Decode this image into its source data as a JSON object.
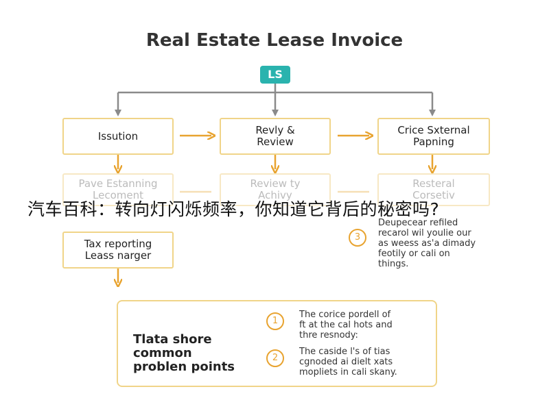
{
  "title": "Real Estate Lease Invoice",
  "badge": "LS",
  "top_row": [
    {
      "label": "Issution"
    },
    {
      "label": "Revly &\nReview"
    },
    {
      "label": "Crice Sxternal\nPapning"
    }
  ],
  "faded_row": [
    {
      "label": "Pave Estanning\nLecoment"
    },
    {
      "label": "Review ty\nAchivy"
    },
    {
      "label": "Resteral\nCorsetiv"
    }
  ],
  "left_box": {
    "label": "Tax reporting\nLeass narger"
  },
  "overlay_caption": "汽车百科：转向灯闪烁频率，你知道它背后的秘密吗?",
  "side_note": {
    "number": "3",
    "text": "Deupecear refiled\nrecarol wil youlie our\nas weess as'a dimady\nfeotily or cali on\nthings."
  },
  "panel": {
    "title": "Tlata shore\ncommon\nproblen points",
    "items": [
      {
        "number": "1",
        "text": "The corice pordell of\nft at the cal hots and\nthre resnody:"
      },
      {
        "number": "2",
        "text": "The caside l's of tias\ncgnoded ai dielt xats\nmopliets in cali skany."
      }
    ]
  },
  "colors": {
    "accent_orange": "#e8a32f",
    "box_border": "#f0d488",
    "badge_teal": "#2ab3ae",
    "connector_gray": "#8a8a8a"
  }
}
